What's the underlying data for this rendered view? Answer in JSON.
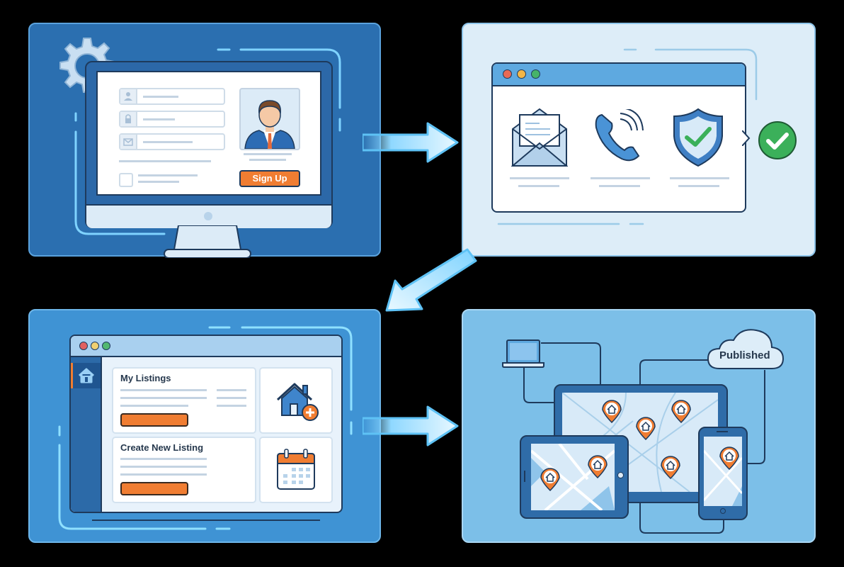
{
  "colors": {
    "panel1_bg": "#2b6fb0",
    "panel2_bg": "#ddedf8",
    "panel3_bg": "#3f93d4",
    "panel4_bg": "#7cbfe8",
    "accent_orange": "#f07d32",
    "success_green": "#3bb05a",
    "outline_dark": "#1e3a5c"
  },
  "step1_signup": {
    "button_label": "Sign Up",
    "fields": [
      "user-field",
      "password-field",
      "email-field"
    ]
  },
  "step2_verification": {
    "methods": [
      "email",
      "phone",
      "security-shield"
    ],
    "status": "verified"
  },
  "step3_dashboard": {
    "card1_title": "My Listings",
    "card2_title": "Create New Listing"
  },
  "step4_publish": {
    "cloud_label": "Published"
  }
}
